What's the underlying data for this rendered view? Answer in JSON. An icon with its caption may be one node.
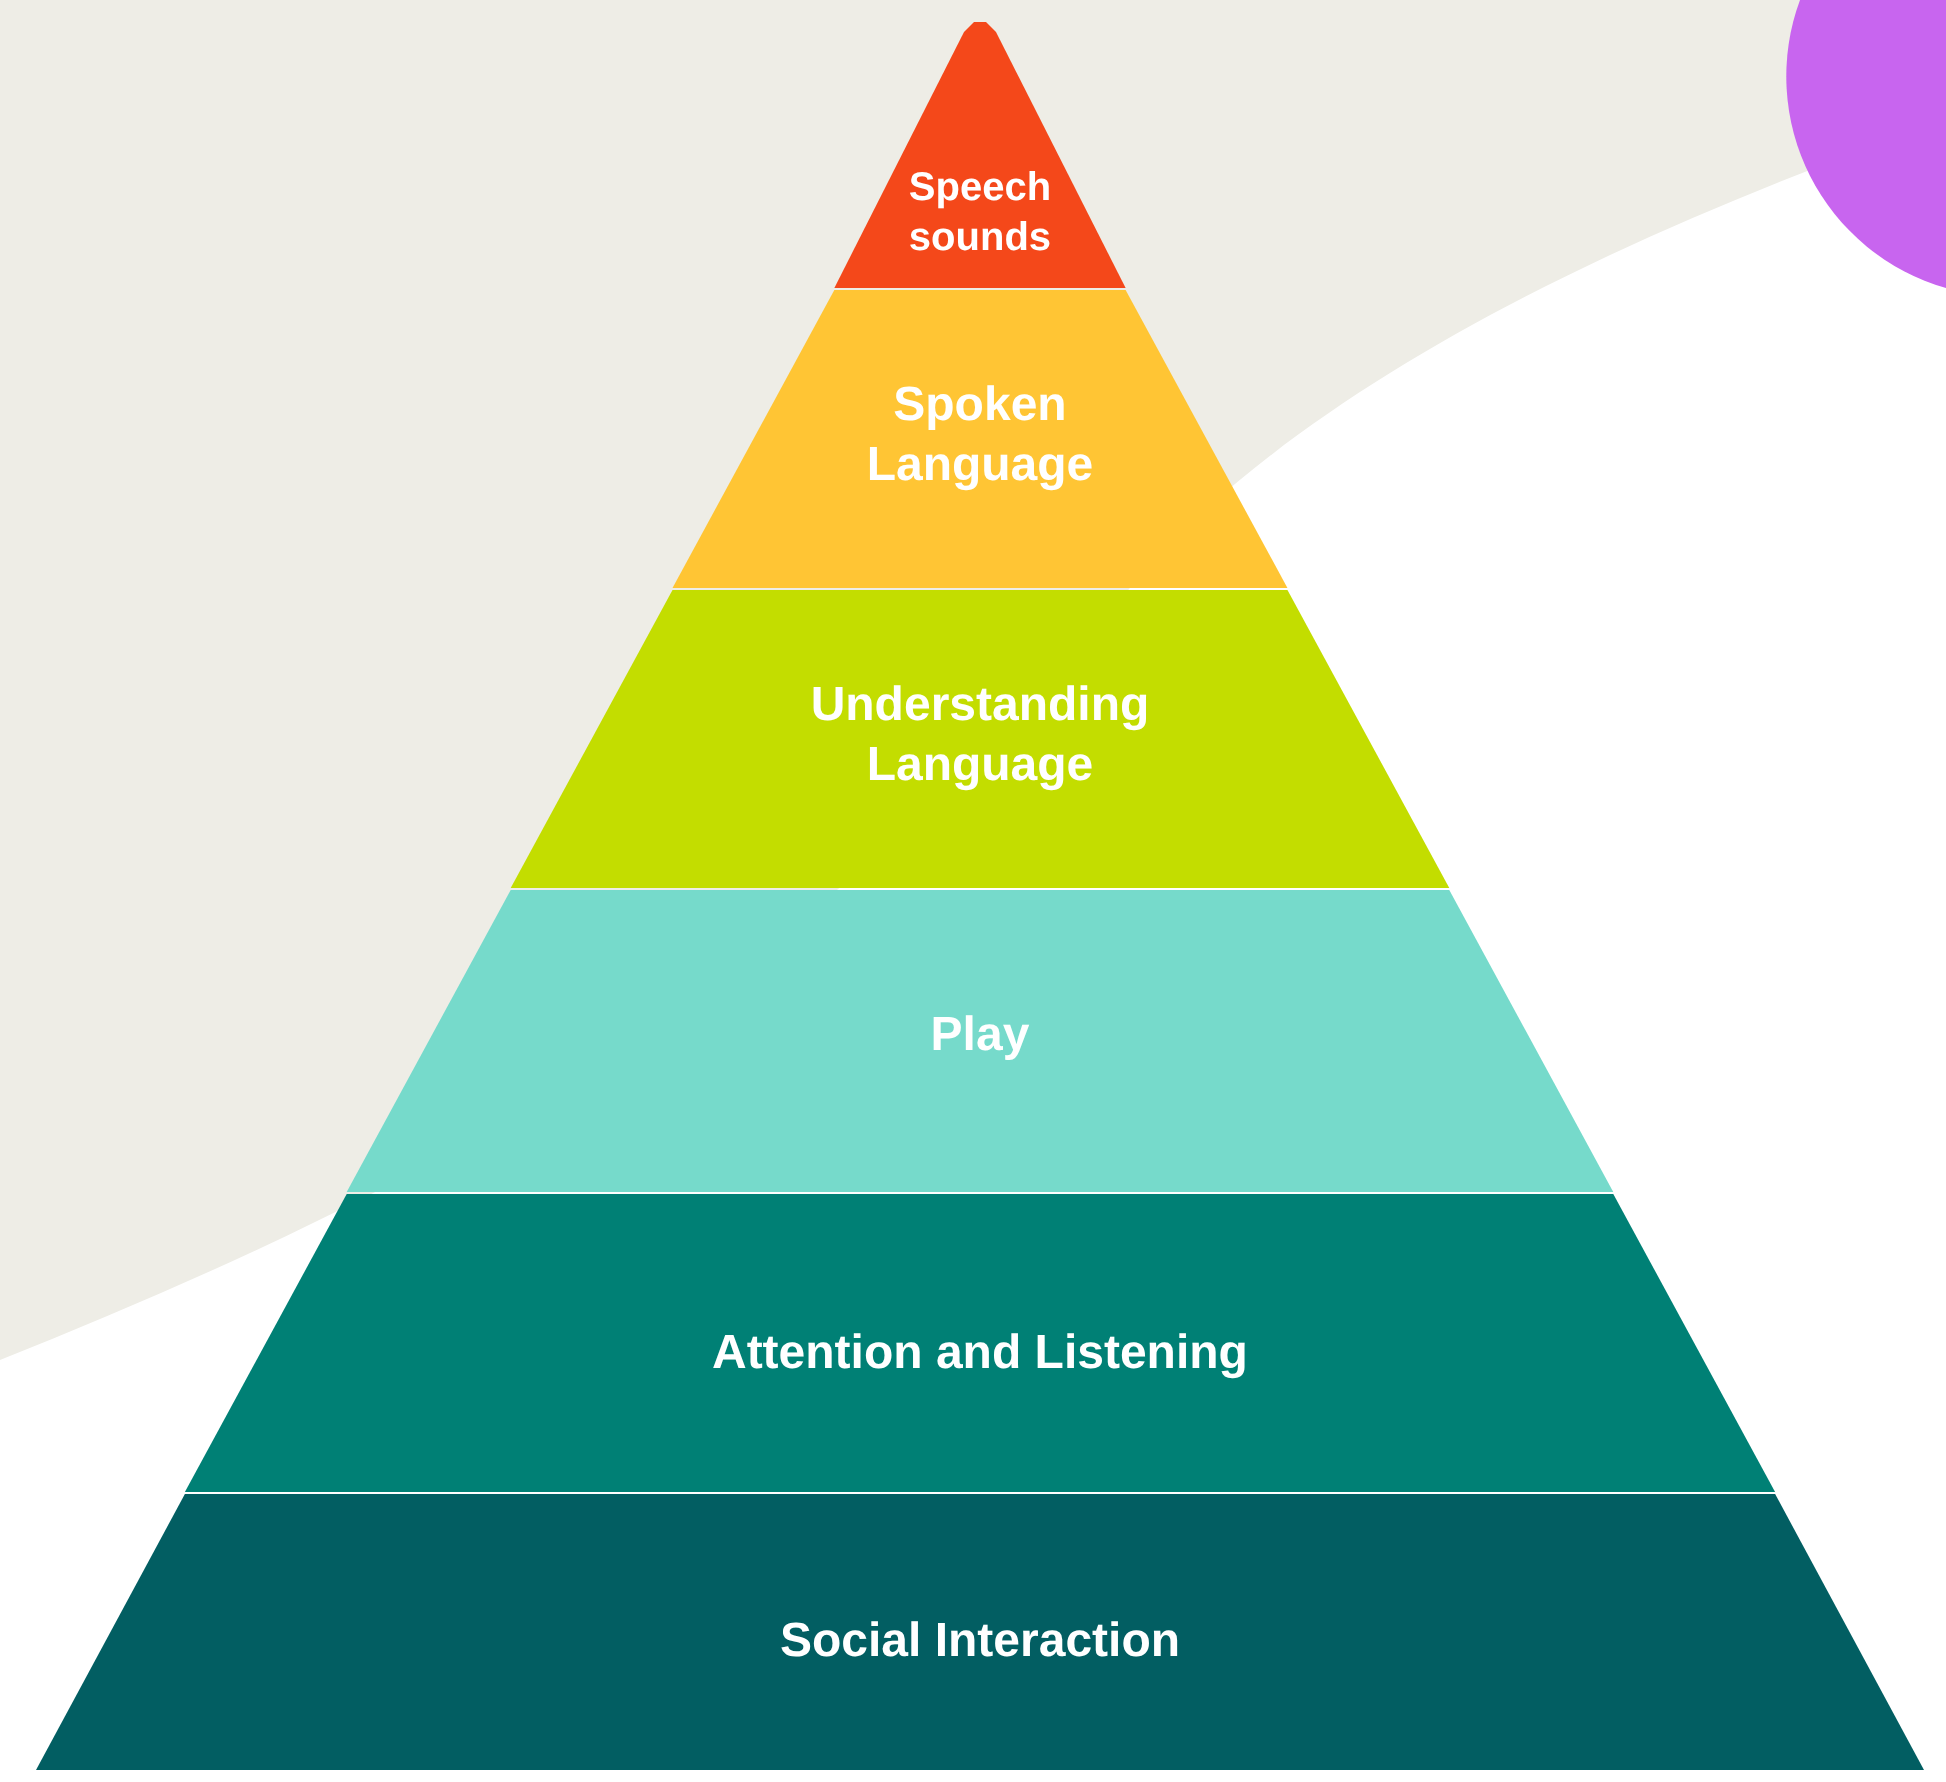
{
  "diagram": {
    "nodes": [
      {
        "text": [
          "Speech sounds"
        ]
      },
      {
        "text": [
          "Spoken Language"
        ]
      },
      {
        "text": [
          "Understanding Language"
        ]
      },
      {
        "text": [
          "Play"
        ]
      },
      {
        "text": [
          "Attention and Listening"
        ]
      },
      {
        "text": [
          "Social Interaction"
        ]
      }
    ]
  }
}
